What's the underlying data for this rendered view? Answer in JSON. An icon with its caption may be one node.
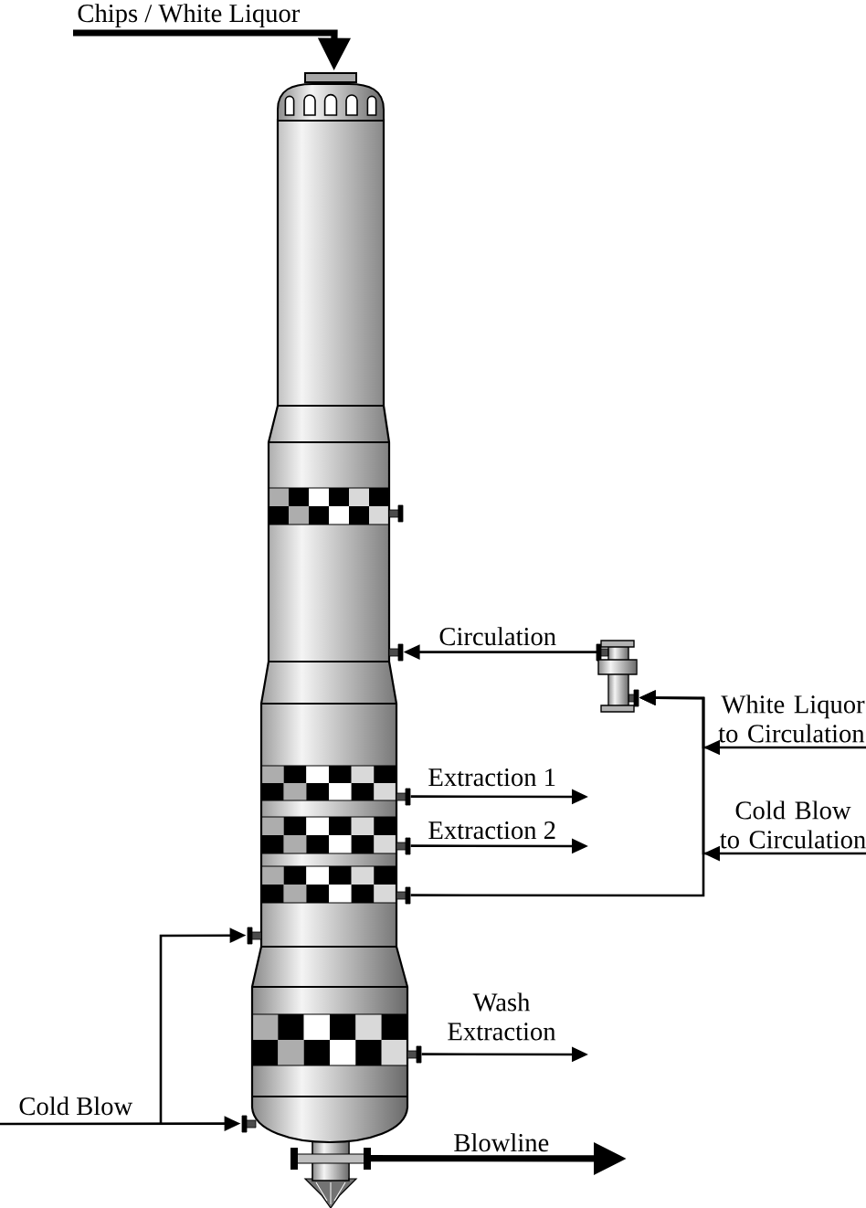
{
  "diagram": {
    "nodes": [
      {
        "text": [],
        "shape": "cylinder"
      },
      {
        "text": [],
        "shape": "cylinder"
      }
    ],
    "edges": [
      {
        "from": null,
        "to": 0,
        "arrow": "to",
        "label": "Chips / White Liquor",
        "style": "thick"
      },
      {
        "from": 1,
        "to": 0,
        "arrow": "to",
        "label": "Circulation"
      },
      {
        "from": 0,
        "to": 1,
        "arrow": "to"
      },
      {
        "from": null,
        "to": 1,
        "arrow": "to",
        "label": "White Liquor to Circulation"
      },
      {
        "from": null,
        "to": 1,
        "arrow": "to",
        "label": "Cold Blow to Circulation"
      },
      {
        "from": 0,
        "to": null,
        "arrow": "to",
        "label": "Extraction 1"
      },
      {
        "from": 0,
        "to": null,
        "arrow": "to",
        "label": "Extraction 2"
      },
      {
        "from": 0,
        "to": null,
        "arrow": "to",
        "label": "Wash Extraction"
      },
      {
        "from": 0,
        "to": null,
        "arrow": "to",
        "label": "Blowline",
        "style": "thick"
      },
      {
        "from": null,
        "to": 0,
        "arrow": "to",
        "label": "Cold Blow"
      },
      {
        "from": null,
        "to": 0,
        "arrow": "to"
      }
    ]
  }
}
